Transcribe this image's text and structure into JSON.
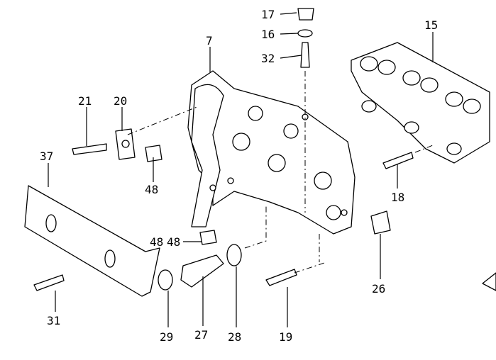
{
  "diagram": {
    "callouts": {
      "p17": "17",
      "p16": "16",
      "p32": "32",
      "p15": "15",
      "p7": "7",
      "p21": "21",
      "p20": "20",
      "p37": "37",
      "p48a": "48",
      "p48b": "48",
      "p48c": "48",
      "p18": "18",
      "p26": "26",
      "p31": "31",
      "p29": "29",
      "p27": "27",
      "p28": "28",
      "p19": "19"
    }
  }
}
